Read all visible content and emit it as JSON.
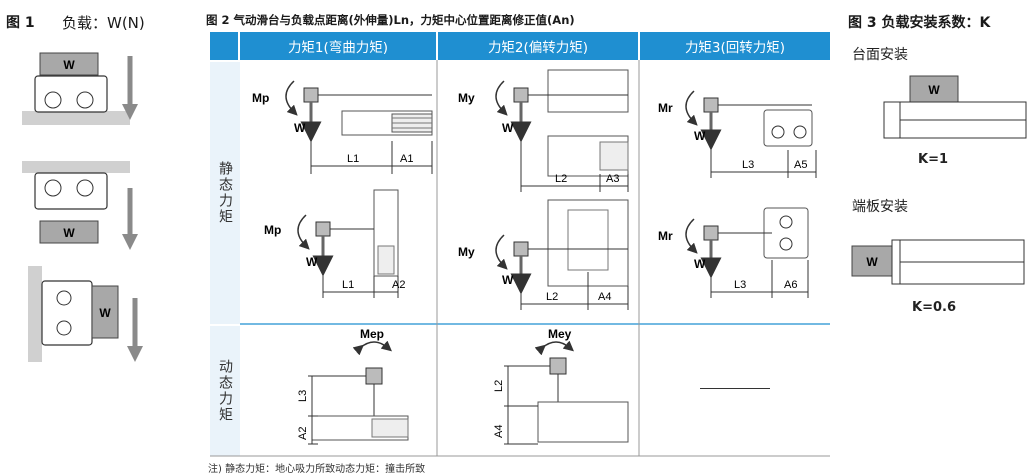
{
  "fig1": {
    "number": "图 1",
    "title": "负载：W(N)",
    "w_label": "W"
  },
  "fig2": {
    "title": "图 2 气动滑台与负载点距离(外伸量)Ln，力矩中心位置距离修正值(An)",
    "columns": [
      "力矩1(弯曲力矩)",
      "力矩2(偏转力矩)",
      "力矩3(回转力矩)"
    ],
    "rows": [
      "静态力矩",
      "动态力矩"
    ],
    "static": {
      "mp_top": {
        "moment": "Mp",
        "load": "W",
        "len": "L1",
        "corr": "A1"
      },
      "mp_bottom": {
        "moment": "Mp",
        "load": "W",
        "len": "L1",
        "corr": "A2"
      },
      "my_top": {
        "moment": "My",
        "load": "W",
        "len": "L2",
        "corr": "A3"
      },
      "my_bottom": {
        "moment": "My",
        "load": "W",
        "len": "L2",
        "corr": "A4"
      },
      "mr_top": {
        "moment": "Mr",
        "load": "W",
        "len": "L3",
        "corr": "A5"
      },
      "mr_bottom": {
        "moment": "Mr",
        "load": "W",
        "len": "L3",
        "corr": "A6"
      }
    },
    "dynamic": {
      "mep": {
        "moment": "Mep",
        "len": "L3",
        "corr": "A2"
      },
      "mey": {
        "moment": "Mey",
        "len": "L2",
        "corr": "A4"
      },
      "none": "—"
    },
    "note": "注) 静态力矩：地心吸力所致动态力矩：撞击所致"
  },
  "fig3": {
    "title": "图 3  负载安装系数：K",
    "case1_label": "台面安装",
    "case1_k": "K=1",
    "case2_label": "端板安装",
    "case2_k": "K=0.6",
    "w_label": "W"
  },
  "colors": {
    "header_blue": "#1f8fd1",
    "row_label_bg": "#eaf3fa",
    "weight_gray": "#a8a8a8",
    "arrow_gray": "#8a8a8a"
  }
}
